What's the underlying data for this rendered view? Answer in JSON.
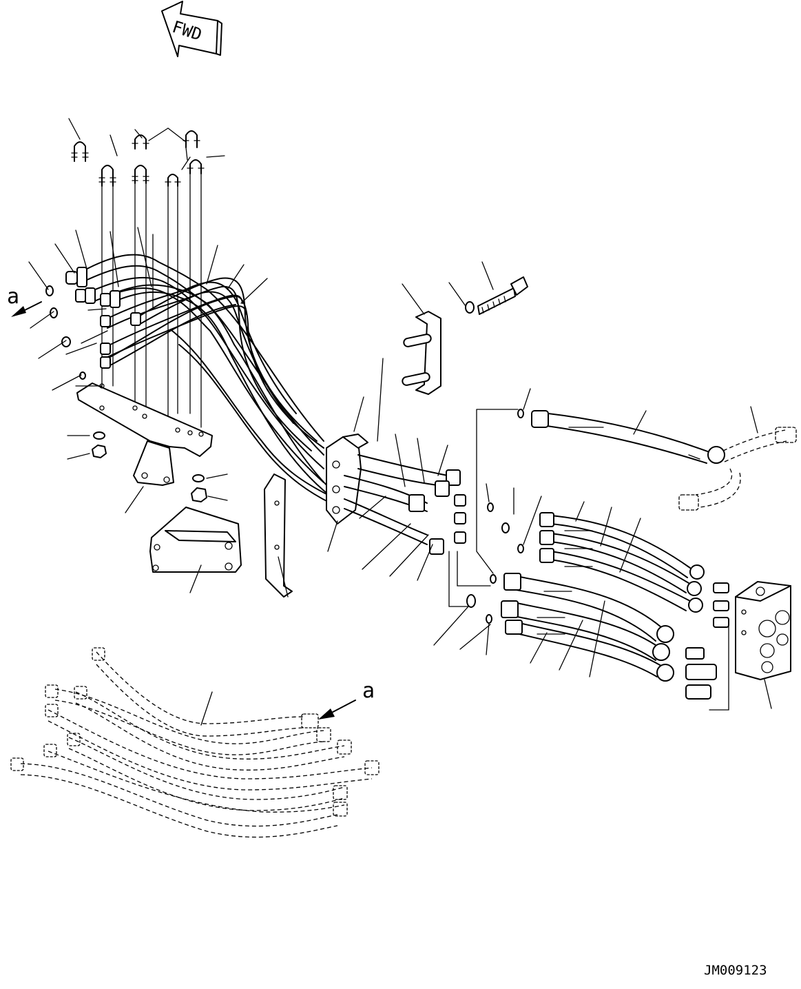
{
  "fwd_arrow": {
    "label": "FWD"
  },
  "view_marker": {
    "letter": "a"
  },
  "detail_marker": {
    "letter": "a"
  },
  "drawing_code": "JM009123"
}
